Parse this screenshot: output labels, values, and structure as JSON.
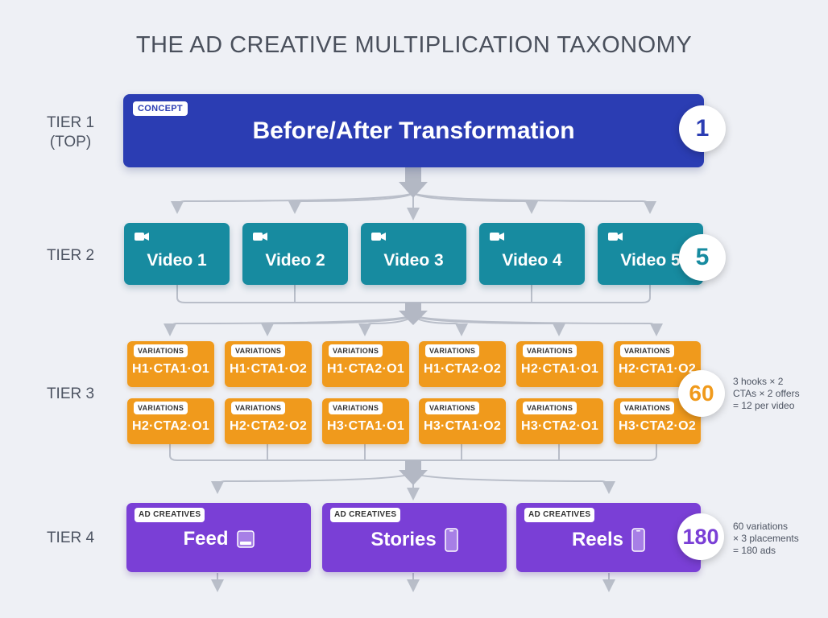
{
  "title": "THE AD CREATIVE MULTIPLICATION TAXONOMY",
  "tiers": [
    {
      "label": "TIER 1\n(TOP)"
    },
    {
      "label": "TIER 2"
    },
    {
      "label": "TIER 3"
    },
    {
      "label": "TIER 4"
    }
  ],
  "concept": {
    "tag": "CONCEPT",
    "title": "Before/After Transformation",
    "count": "1"
  },
  "videos": {
    "items": [
      "Video 1",
      "Video 2",
      "Video 3",
      "Video 4",
      "Video 5"
    ],
    "count": "5"
  },
  "variations": {
    "tag": "VARIATIONS",
    "items": [
      "H1·CTA1·O1",
      "H1·CTA1·O2",
      "H1·CTA2·O1",
      "H1·CTA2·O2",
      "H2·CTA1·O1",
      "H2·CTA1·O2",
      "H2·CTA2·O1",
      "H2·CTA2·O2",
      "H3·CTA1·O1",
      "H3·CTA1·O2",
      "H3·CTA2·O1",
      "H3·CTA2·O2"
    ],
    "count": "60",
    "note": "3 hooks × 2\nCTAs × 2 offers\n= 12 per video"
  },
  "ads": {
    "tag": "AD CREATIVES",
    "items": [
      {
        "name": "Feed",
        "icon": "feed-icon"
      },
      {
        "name": "Stories",
        "icon": "phone-icon"
      },
      {
        "name": "Reels",
        "icon": "phone-icon"
      }
    ],
    "count": "180",
    "note": "60 variations\n× 3 placements\n= 180 ads"
  },
  "colors": {
    "concept": "#2b3db3",
    "video": "#178ba0",
    "variation": "#f09a1c",
    "ad": "#7a3fd6",
    "connector": "#b9bec9"
  }
}
